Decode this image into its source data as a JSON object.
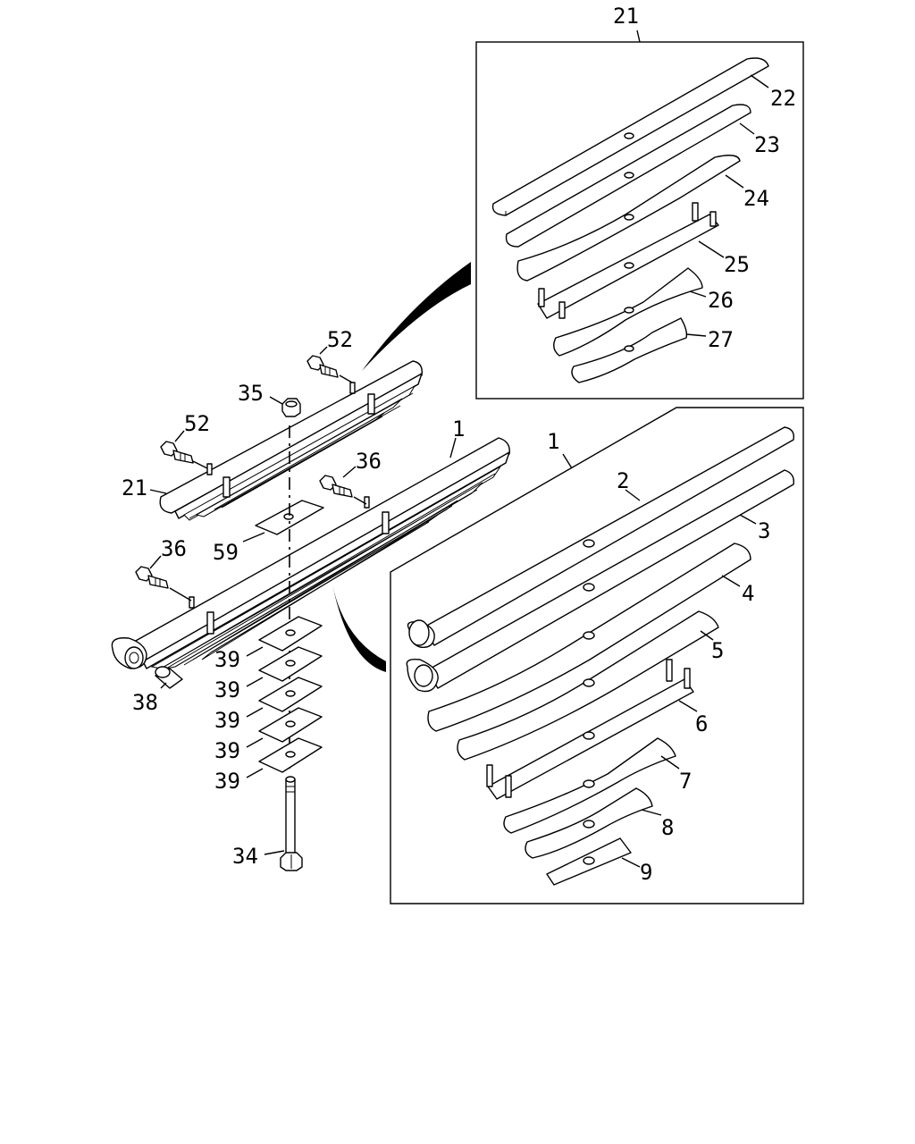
{
  "labels": {
    "kit_top": "21",
    "kit_bottom": "1",
    "left_52_upper": "52",
    "left_35": "35",
    "left_52_lower": "52",
    "left_21": "21",
    "left_1": "1",
    "left_36_upper": "36",
    "left_59": "59",
    "left_36_lower": "36",
    "left_39": [
      "39",
      "39",
      "39",
      "39",
      "39"
    ],
    "left_38": "38",
    "left_34": "34",
    "inset_top_parts": [
      "22",
      "23",
      "24",
      "25",
      "26",
      "27"
    ],
    "inset_bottom_parts": [
      "2",
      "3",
      "4",
      "5",
      "6",
      "7",
      "8",
      "9"
    ]
  }
}
